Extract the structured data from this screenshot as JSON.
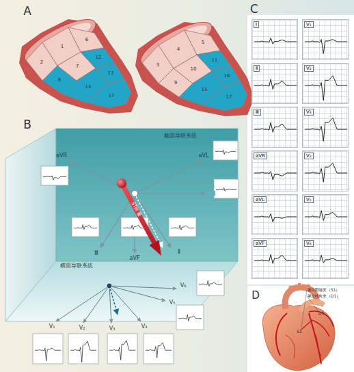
{
  "diagram": {
    "nodes": [
      {
        "text": [
          "Ⅰ"
        ]
      },
      {
        "text": [
          "V₁"
        ]
      },
      {
        "text": [
          "Ⅱ"
        ]
      },
      {
        "text": [
          "V₂"
        ]
      },
      {
        "text": [
          "Ⅲ"
        ]
      },
      {
        "text": [
          "V₃"
        ]
      },
      {
        "text": [
          "aVR"
        ]
      },
      {
        "text": [
          "V₄"
        ]
      },
      {
        "text": [
          "aVL"
        ]
      },
      {
        "text": [
          "V₅"
        ]
      },
      {
        "text": [
          "aVF"
        ]
      },
      {
        "text": [
          "V₆"
        ]
      }
    ],
    "labels": [
      "A",
      "6",
      "1",
      "12",
      "7",
      "2",
      "8",
      "13",
      "14",
      "17",
      "4",
      "5",
      "3",
      "9",
      "10",
      "11",
      "15",
      "16",
      "17",
      "B",
      "额面导联系统",
      "aVR",
      "aVL",
      "Ⅰ",
      "ST向量",
      "Ⅲ",
      "aVF",
      "Ⅱ",
      "横面导联系统",
      "V₆",
      "V₅",
      "V₁",
      "V₂",
      "V₃",
      "V₄",
      "C",
      "D",
      "第1间隔支（S1）",
      "第1对角支（D1）",
      "D1",
      "S1"
    ]
  }
}
